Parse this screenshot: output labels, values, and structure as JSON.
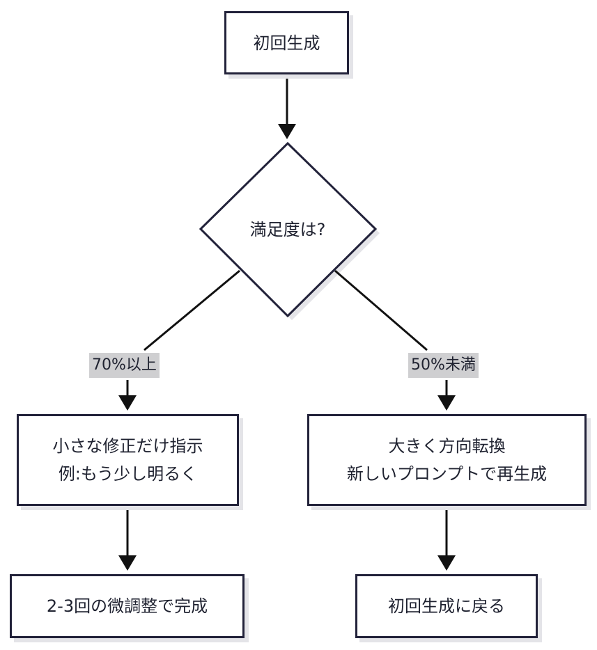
{
  "nodes": {
    "start": "初回生成",
    "decision": "満足度は?",
    "left_action": [
      "小さな修正だけ指示",
      "例:もう少し明るく"
    ],
    "right_action": [
      "大きく方向転換",
      "新しいプロンプトで再生成"
    ],
    "left_end": "2-3回の微調整で完成",
    "right_end": "初回生成に戻る"
  },
  "edges": {
    "left_label": "70%以上",
    "right_label": "50%未満"
  },
  "colors": {
    "stroke": "#22223a",
    "shadow": "#e4e4e8",
    "label_bg": "#cfcfd1"
  }
}
